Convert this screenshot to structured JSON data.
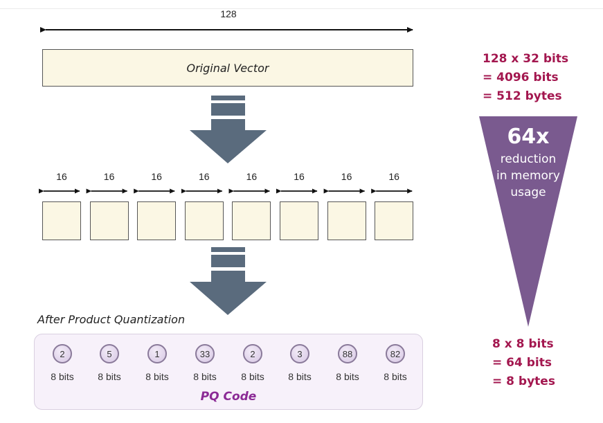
{
  "top_dimension": "128",
  "original_vector_label": "Original Vector",
  "subvector_dimensions": [
    "16",
    "16",
    "16",
    "16",
    "16",
    "16",
    "16",
    "16"
  ],
  "after_title": "After Product Quantization",
  "pq_codes": [
    {
      "code": "2",
      "bits": "8 bits"
    },
    {
      "code": "5",
      "bits": "8 bits"
    },
    {
      "code": "1",
      "bits": "8 bits"
    },
    {
      "code": "33",
      "bits": "8 bits"
    },
    {
      "code": "2",
      "bits": "8 bits"
    },
    {
      "code": "3",
      "bits": "8 bits"
    },
    {
      "code": "88",
      "bits": "8 bits"
    },
    {
      "code": "82",
      "bits": "8 bits"
    }
  ],
  "pq_code_label": "PQ Code",
  "original_size": {
    "line1": "128 x 32 bits",
    "line2": "= 4096 bits",
    "line3": "= 512 bytes"
  },
  "reduction": {
    "factor": "64x",
    "line1": "reduction",
    "line2": "in memory",
    "line3": "usage"
  },
  "compressed_size": {
    "line1": "8 x 8 bits",
    "line2": "= 64 bits",
    "line3": "= 8 bytes"
  },
  "colors": {
    "arrow_fill": "#5a6b7d",
    "cone_fill": "#7a5a8f",
    "stat_text": "#a3174f",
    "pq_label": "#8b2a95",
    "box_fill": "#fbf7e4"
  }
}
